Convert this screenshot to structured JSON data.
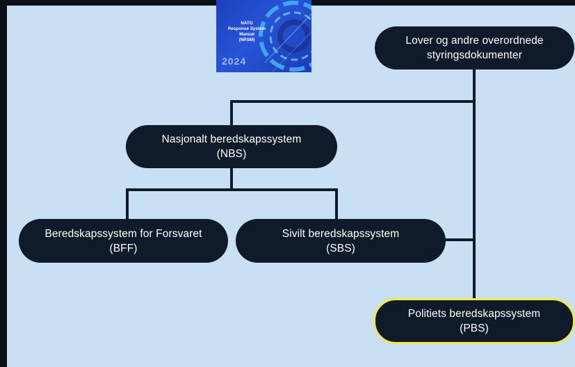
{
  "logo": {
    "lines": [
      "NATO",
      "Response System",
      "Manual",
      "(NRSM)"
    ],
    "year": "2024"
  },
  "nodes": {
    "laws": {
      "line1": "Lover og andre overordnede",
      "line2": "styringsdokumenter"
    },
    "nbs": {
      "line1": "Nasjonalt beredskapssystem",
      "line2": "(NBS)"
    },
    "bff": {
      "line1": "Beredskapssystem for Forsvaret",
      "line2": "(BFF)"
    },
    "sbs": {
      "line1": "Sivilt beredskapssystem",
      "line2": "(SBS)"
    },
    "pbs": {
      "line1": "Politiets beredskapssystem",
      "line2": "(PBS)"
    }
  },
  "colors": {
    "background": "#c9dff3",
    "node_fill": "#0f1b2b",
    "highlight_border": "#f0e84c",
    "logo_blue": "#2655d6"
  }
}
